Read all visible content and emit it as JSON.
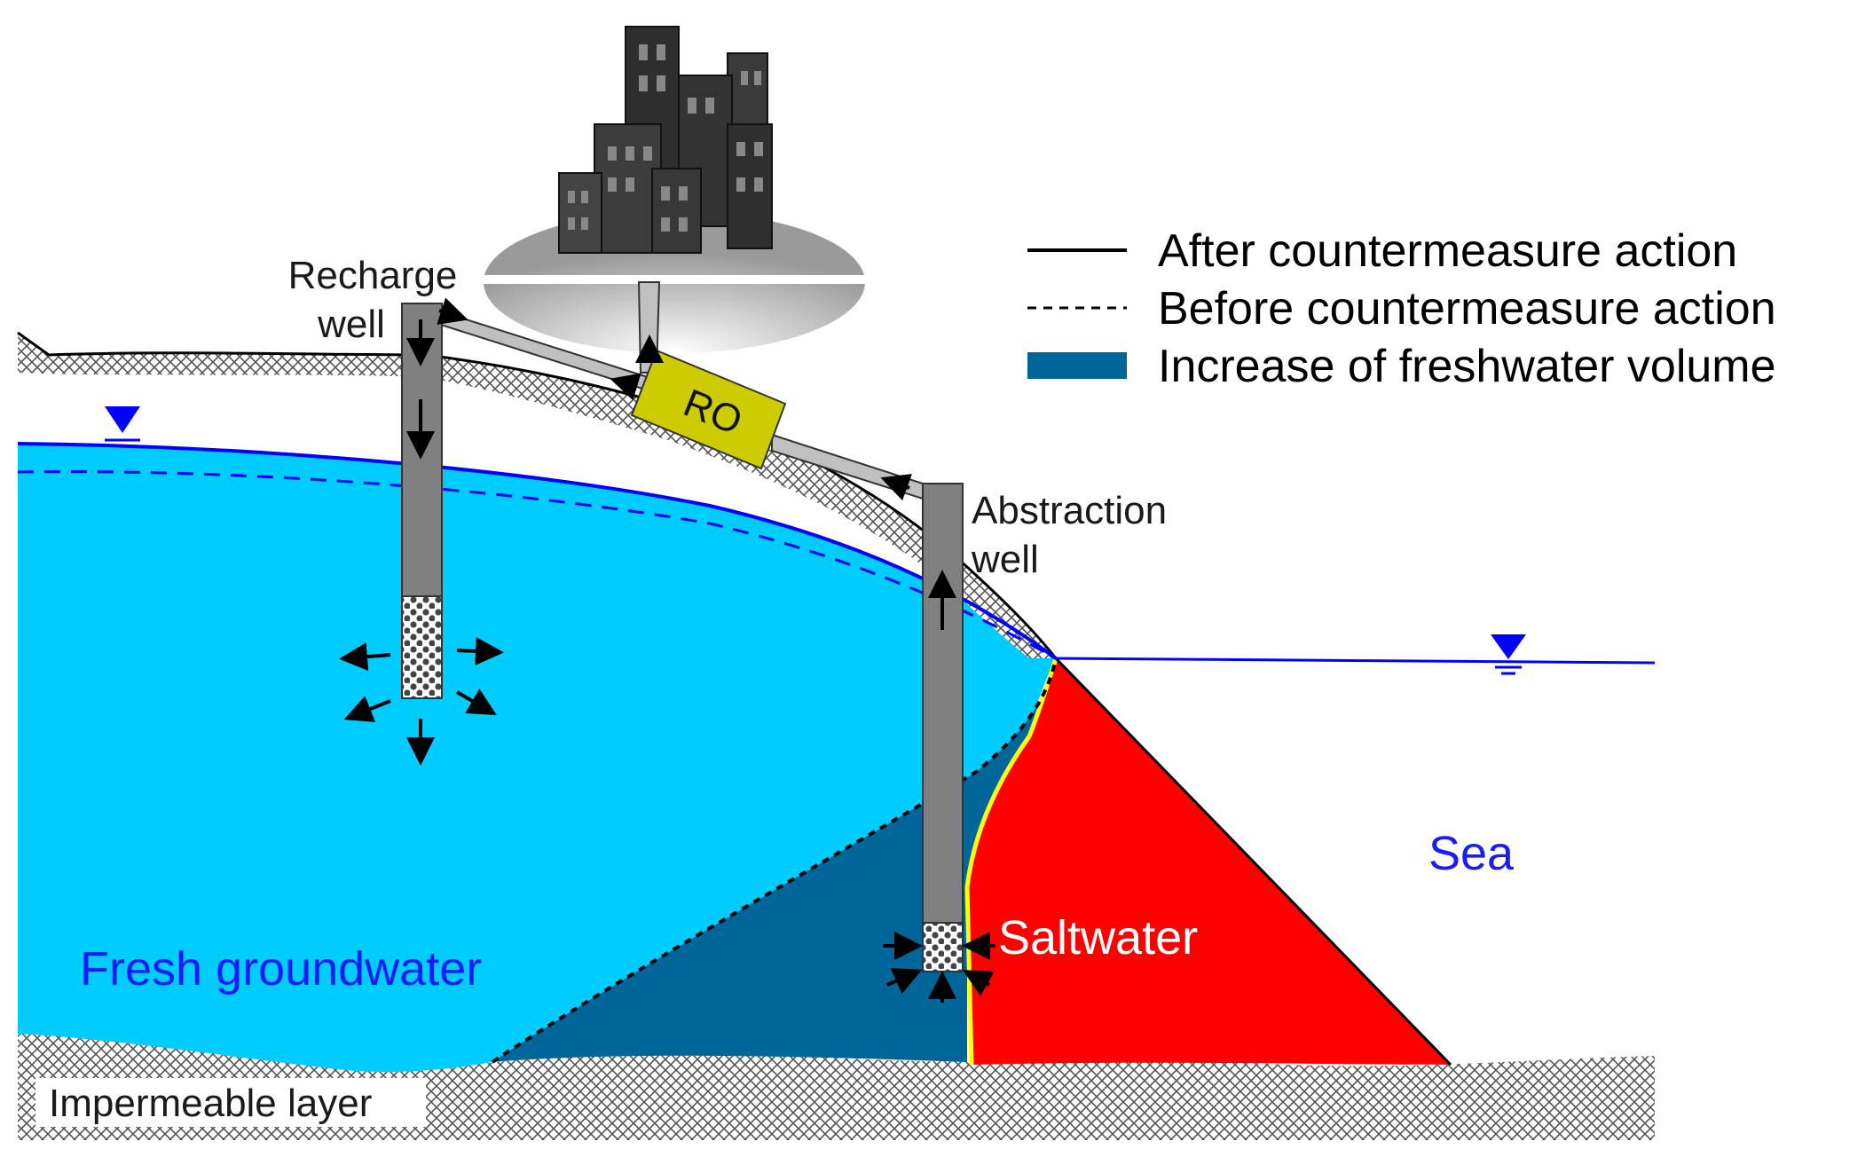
{
  "labels": {
    "recharge_well_line1": "Recharge",
    "recharge_well_line2": "well",
    "abstraction_well_line1": "Abstraction",
    "abstraction_well_line2": "well",
    "ro_unit": "RO",
    "fresh_groundwater": "Fresh groundwater",
    "saltwater": "Saltwater",
    "sea": "Sea",
    "impermeable_layer": "Impermeable layer"
  },
  "legend": {
    "items": [
      {
        "style": "solid",
        "label": "After countermeasure action"
      },
      {
        "style": "dashed",
        "label": "Before countermeasure action"
      },
      {
        "style": "fill",
        "label": "Increase of freshwater volume"
      }
    ]
  },
  "colors": {
    "fresh_groundwater": "#00ccff",
    "freshwater_increase": "#006699",
    "saltwater": "#ff0000",
    "interface_line": "#ffff00",
    "sea_level": "#0000ff",
    "water_table": "#0000ff",
    "ro_unit": "#cccc00",
    "well_casing": "#808080",
    "pipe": "#c0c0c0",
    "buildings": "#333333"
  },
  "icons": {
    "city": "city-buildings-icon",
    "water_level_marker": "water-level-triangle-icon"
  }
}
